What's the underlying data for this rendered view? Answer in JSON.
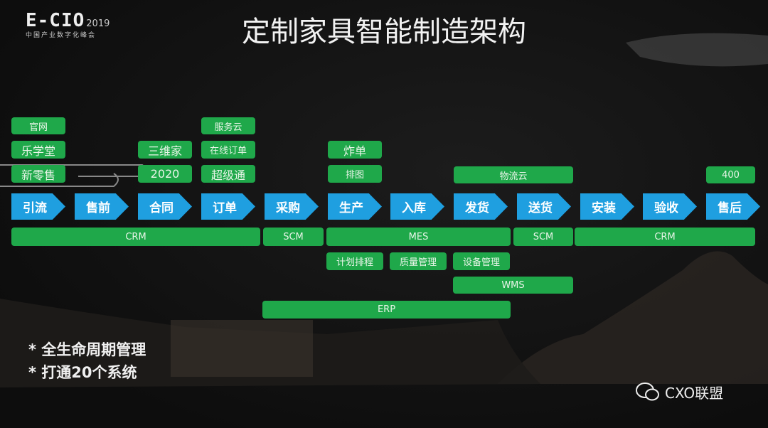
{
  "logo": {
    "main": "E-CIO",
    "year": "2019",
    "subtitle": "中国产业数字化峰会"
  },
  "title": "定制家具智能制造架构",
  "stages": [
    "引流",
    "售前",
    "合同",
    "订单",
    "采购",
    "生产",
    "入库",
    "发货",
    "送货",
    "安装",
    "验收",
    "售后"
  ],
  "top_boxes": {
    "yinliu": [
      "官网",
      "乐学堂",
      "新零售"
    ],
    "hetong": [
      "三维家",
      "2020"
    ],
    "dingdan": [
      "服务云",
      "在线订单",
      "超级通"
    ],
    "shengchan": [
      "炸单",
      "排图"
    ],
    "fahuo": "物流云",
    "shouhou": "400"
  },
  "systems_row": [
    "CRM",
    "SCM",
    "MES",
    "SCM",
    "CRM"
  ],
  "mes_sub": [
    "计划排程",
    "质量管理",
    "设备管理"
  ],
  "wms": "WMS",
  "erp": "ERP",
  "bullets": [
    "* 全生命周期管理",
    "* 打通20个系统"
  ],
  "watermark": "CXO联盟",
  "colors": {
    "green": "#1fa84a",
    "blue": "#1f9fe0"
  }
}
